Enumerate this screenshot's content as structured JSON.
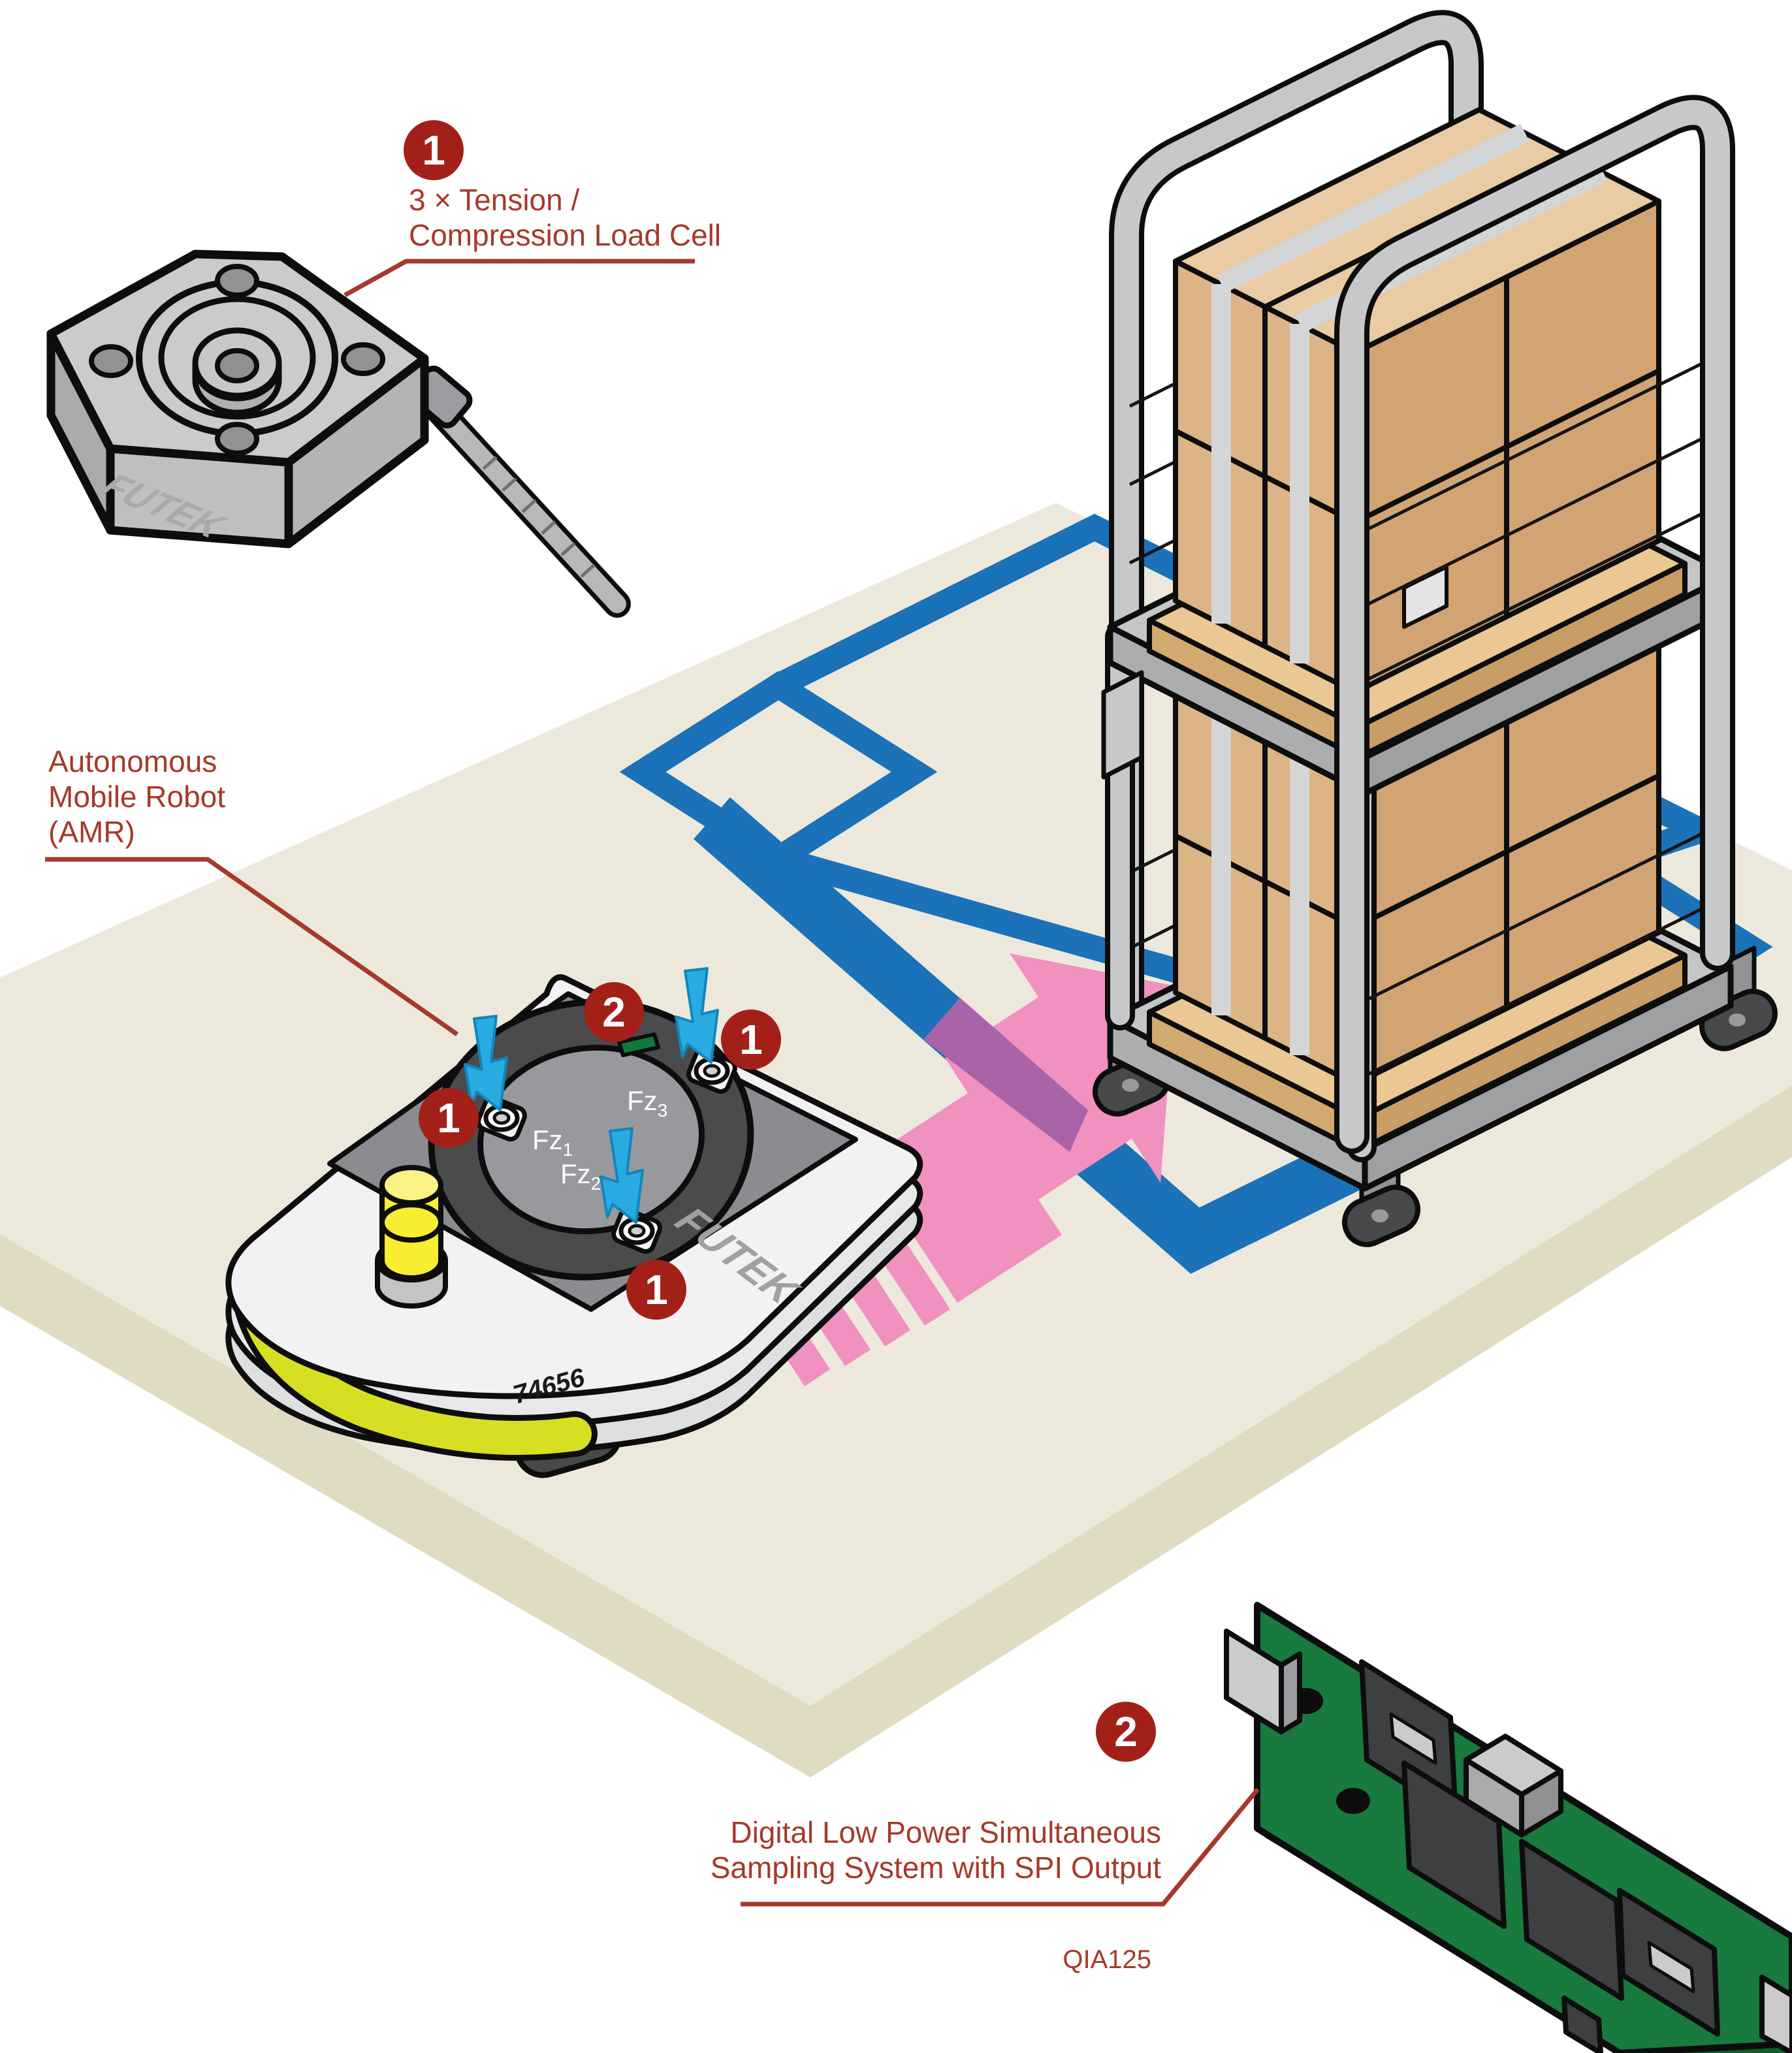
{
  "callouts": {
    "load_cell": {
      "badge": "1",
      "line1": "3 × Tension /",
      "line2": "Compression Load Cell"
    },
    "amr": {
      "line1": "Autonomous",
      "line2": "Mobile Robot",
      "line3": "(AMR)"
    },
    "daq": {
      "badge": "2",
      "line1": "Digital Low Power Simultaneous",
      "line2": "Sampling System with SPI Output",
      "part_number": "QIA125"
    }
  },
  "robot": {
    "brand": "FUTEK",
    "unit_number": "74656",
    "top_badge": "2",
    "sensor_badge_1": "1",
    "sensor_badge_2": "1",
    "sensor_badge_3": "1",
    "sensors": {
      "fz1": {
        "base": "Fz",
        "sub": "1"
      },
      "fz2": {
        "base": "Fz",
        "sub": "2"
      },
      "fz3": {
        "base": "Fz",
        "sub": "3"
      }
    }
  },
  "load_cell_device": {
    "brand": "FUTEK"
  },
  "colors": {
    "floor_top": "#ECE9DC",
    "floor_side": "#DFDCC3",
    "tape_blue": "#1C72B9",
    "arrow_pink": "#F091C0",
    "overlap_purple": "#A963A8",
    "badge_red": "#A32019",
    "label_red": "#A6392B",
    "pcb_green": "#187A3E",
    "beacon_yellow": "#F9ED32",
    "bumper_yellow": "#D7DF23",
    "force_arrow_cyan": "#29ABE2"
  }
}
